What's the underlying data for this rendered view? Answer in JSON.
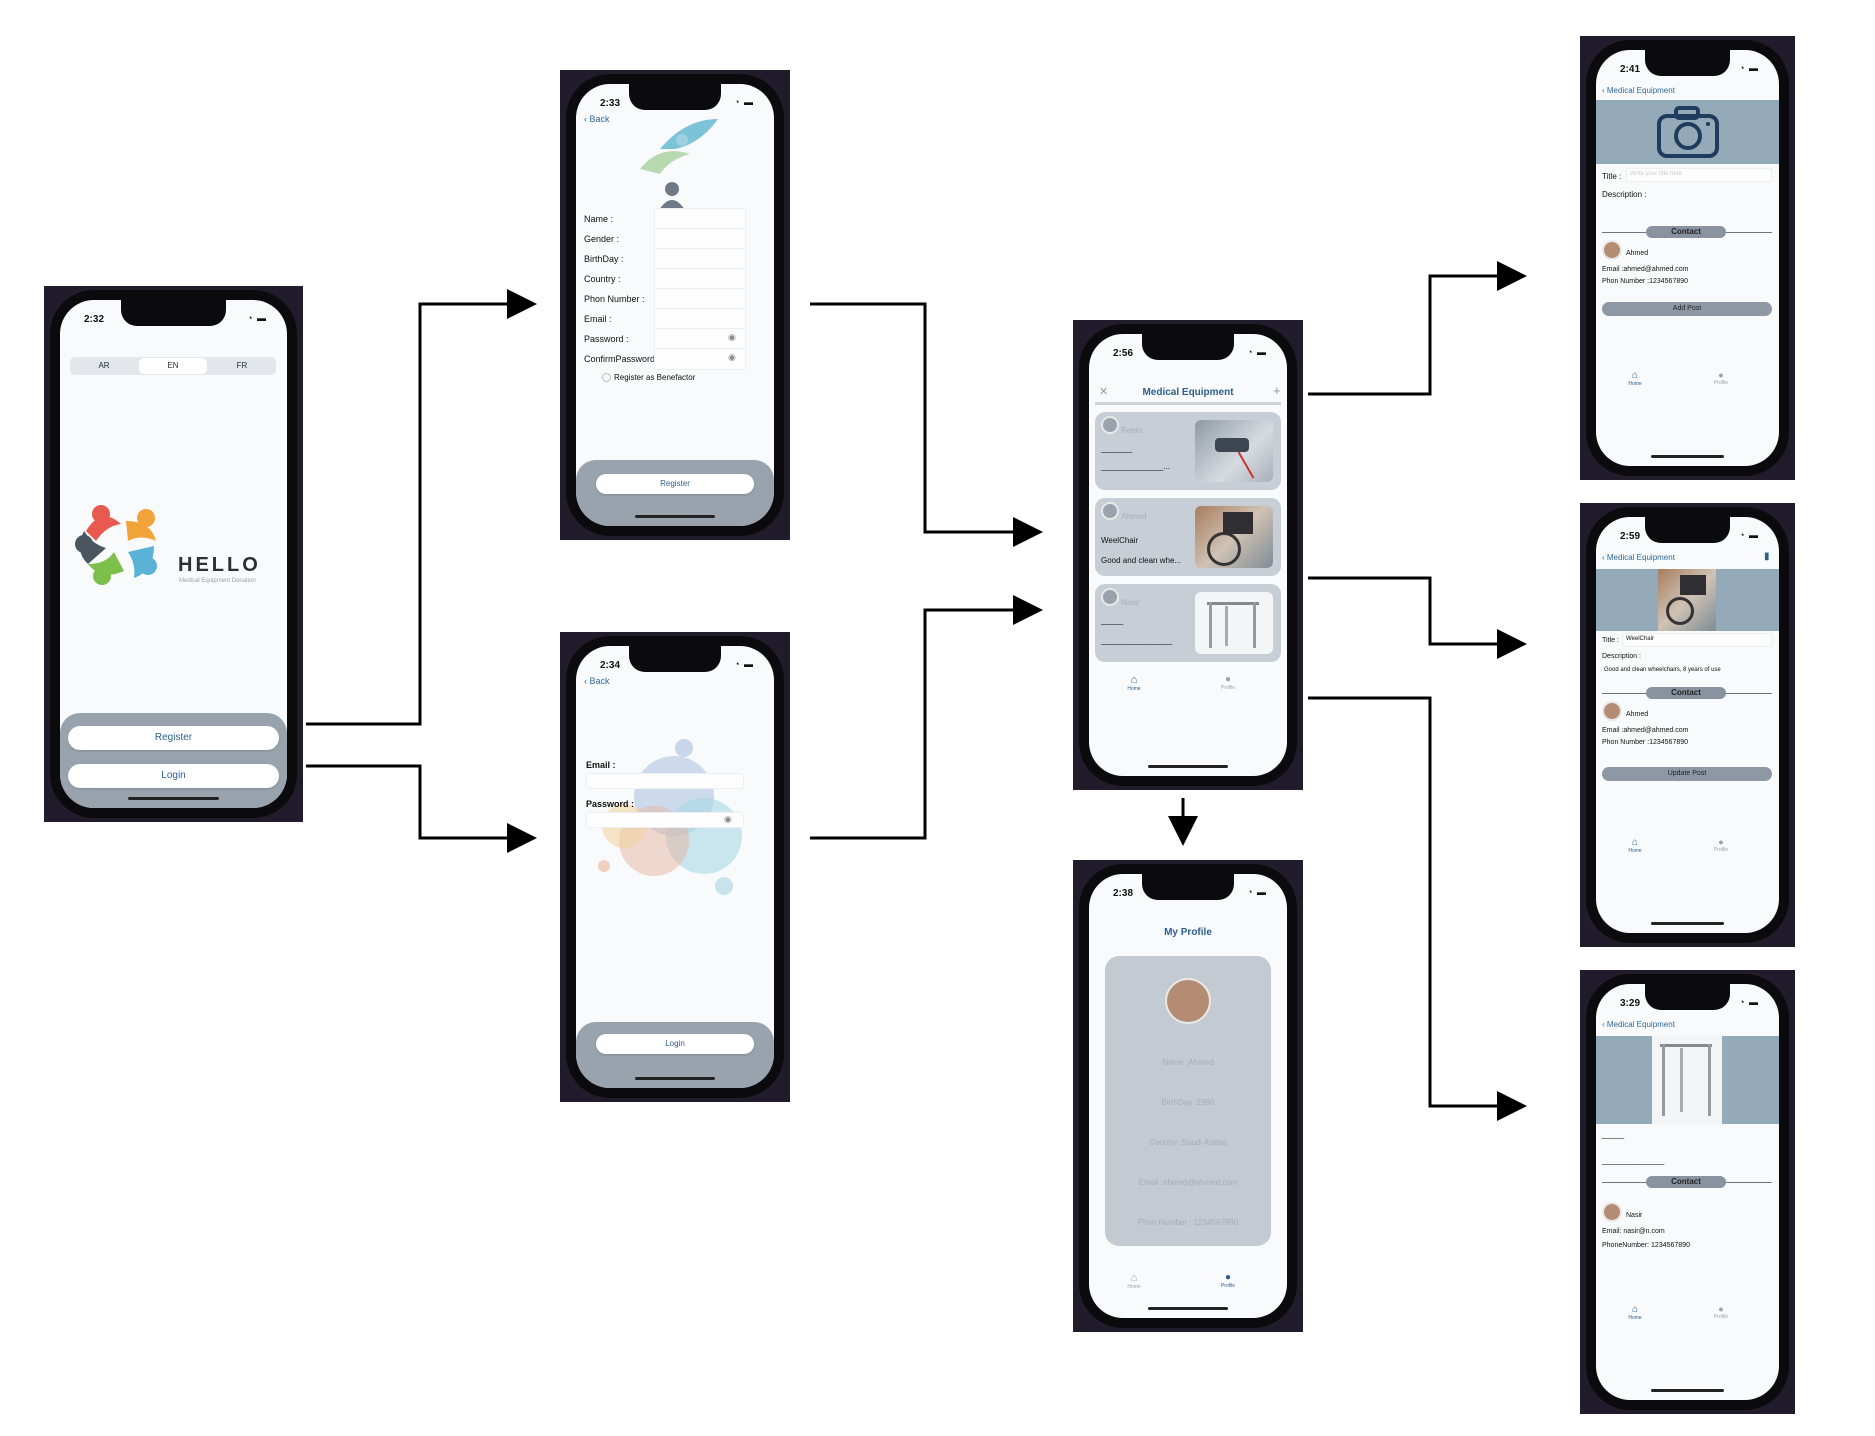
{
  "welcome": {
    "time": "2:32",
    "languages": [
      "AR",
      "EN",
      "FR"
    ],
    "selected_language": "EN",
    "logo_title": "HELLO",
    "logo_subtitle": "Medical Equipment Donation",
    "register_label": "Register",
    "login_label": "Login"
  },
  "register": {
    "time": "2:33",
    "back_label": "Back",
    "fields": [
      "Name :",
      "Gender :",
      "BirthDay :",
      "Country :",
      "Phon Number :",
      "Email :",
      "Password :",
      "ConfirmPassword :"
    ],
    "benefactor_label": "Register as Benefactor",
    "register_label": "Register"
  },
  "login": {
    "time": "2:34",
    "back_label": "Back",
    "email_label": "Email :",
    "password_label": "Password :",
    "login_label": "Login"
  },
  "list": {
    "time": "2:56",
    "title": "Medical Equipment",
    "close_icon": "close-icon",
    "add_icon": "plus-icon",
    "items": [
      {
        "user": "Reem",
        "title": "_______",
        "desc": "______________..."
      },
      {
        "user": "Ahmed",
        "title": "WeelChair",
        "desc": "Good and clean whe..."
      },
      {
        "user": "Nasir",
        "title": "_____",
        "desc": "________________"
      }
    ],
    "tab_home": "Home",
    "tab_profile": "Profile"
  },
  "profile": {
    "time": "2:38",
    "title": "My Profile",
    "name": "Name :Ahmed",
    "birthday": "BirthDay :1990",
    "country": "Country :Saudi Arabia",
    "email": "Email :ahmed@ahmed.com",
    "phone": "Phon Number : 1234567890",
    "tab_home": "Home",
    "tab_profile": "Profile"
  },
  "add_post": {
    "time": "2:41",
    "back_label": "Medical Equipment",
    "title_label": "Title :",
    "title_placeholder": "Write your title here",
    "description_label": "Description :",
    "contact_label": "Contact",
    "user": "Ahmed",
    "email": "Email :ahmed@ahmed.com",
    "phone": "Phon Number :1234567890",
    "button_label": "Add Post",
    "tab_home": "Home",
    "tab_profile": "Profile"
  },
  "update_post": {
    "time": "2:59",
    "back_label": "Medical Equipment",
    "title_label": "Title :",
    "title_value": "WeelChair",
    "description_label": "Description :",
    "description_value": "Good and clean wheelchairs, 8 years of use",
    "contact_label": "Contact",
    "user": "Ahmed",
    "email": "Email :ahmed@ahmed.com",
    "phone": "Phon Number :1234567890",
    "button_label": "Update Post",
    "tab_home": "Home",
    "tab_profile": "Profile"
  },
  "view_post": {
    "time": "3:29",
    "back_label": "Medical Equipment",
    "title_value": "_____",
    "desc_value": "______________",
    "contact_label": "Contact",
    "user": "Nasir",
    "email": "Email:  nasir@n.com",
    "phone": "PhoneNumber:  1234567890",
    "tab_home": "Home",
    "tab_profile": "Profile"
  },
  "colors": {
    "accent": "#2c5e8e",
    "band": "#94aab8",
    "card": "#c7ced6",
    "tray": "#98a3ad"
  }
}
